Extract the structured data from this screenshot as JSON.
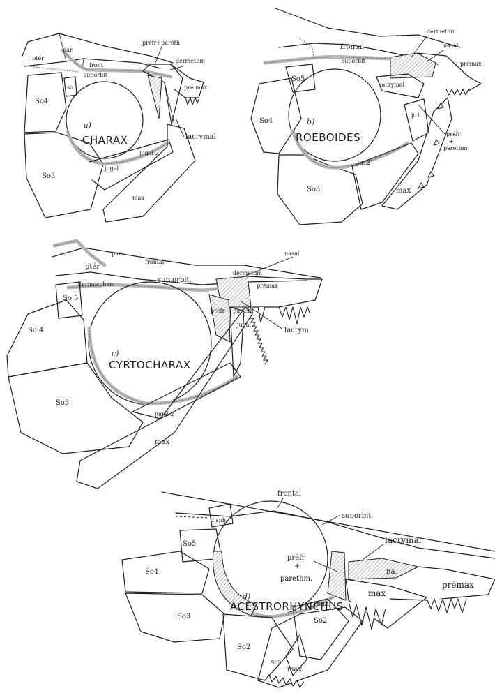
{
  "panels": [
    {
      "key": "a",
      "tag": "a)",
      "title": "CHARAX",
      "labels": {
        "pter": "ptér",
        "par": "par",
        "front": "front",
        "suporbit": "suporbit",
        "prefr_pareth": "préfr+paréth",
        "dermethm": "dermethm",
        "premax": "pré max",
        "so": "so",
        "so4": "So4",
        "so3": "So3",
        "jugal": "jugal",
        "jugal2": "jugal 2",
        "lacrymal": "lacrymal",
        "max": "max"
      }
    },
    {
      "key": "b",
      "tag": "b)",
      "title": "ROEBOIDES",
      "labels": {
        "frontal": "frontal",
        "dermethm": "dermethm",
        "nasal": "nasal",
        "premax": "prémax",
        "suporbit": "suporbit",
        "so5": "So5",
        "so4": "So4",
        "so3": "So3",
        "lacrymal": "lacrymal",
        "ju1": "ju1",
        "ju2": "ju.2",
        "prefr": "préfr",
        "plus": "+",
        "parethm": "parethm",
        "max": "max"
      }
    },
    {
      "key": "c",
      "tag": "c)",
      "title": "CYRTOCHARAX",
      "labels": {
        "par": "par",
        "pter": "ptér",
        "frontal": "frontal",
        "nasal": "nasal",
        "dermethm": "dermethm",
        "premax": "prémax",
        "dermosphen": "dermosphen",
        "suporbit": "sup orbit.",
        "so5": "So 5",
        "so4": "So 4",
        "so3": "So3",
        "prefr_par_eth": "préfr + par eth",
        "lacrym": "lacrym",
        "jugal1": "jugal 1",
        "jugal2": "jugal 2",
        "max": "max"
      }
    },
    {
      "key": "d",
      "tag": "d)",
      "title": "ACESTRORHYNCHUS",
      "labels": {
        "frontal": "frontal",
        "suporbit": "suporbit",
        "lacrymal": "lacrymal",
        "d_sph": "d sph",
        "so5": "So5",
        "so4": "So4",
        "so3": "So3",
        "so2": "So2",
        "so2b": "So2",
        "so2c": "So2",
        "prefr": "préfr",
        "plus": "+",
        "parethm": "parethm.",
        "nasal": "na.",
        "max": "max",
        "max2": "max",
        "premax": "prémax",
        "jugal": "jugal"
      }
    }
  ]
}
